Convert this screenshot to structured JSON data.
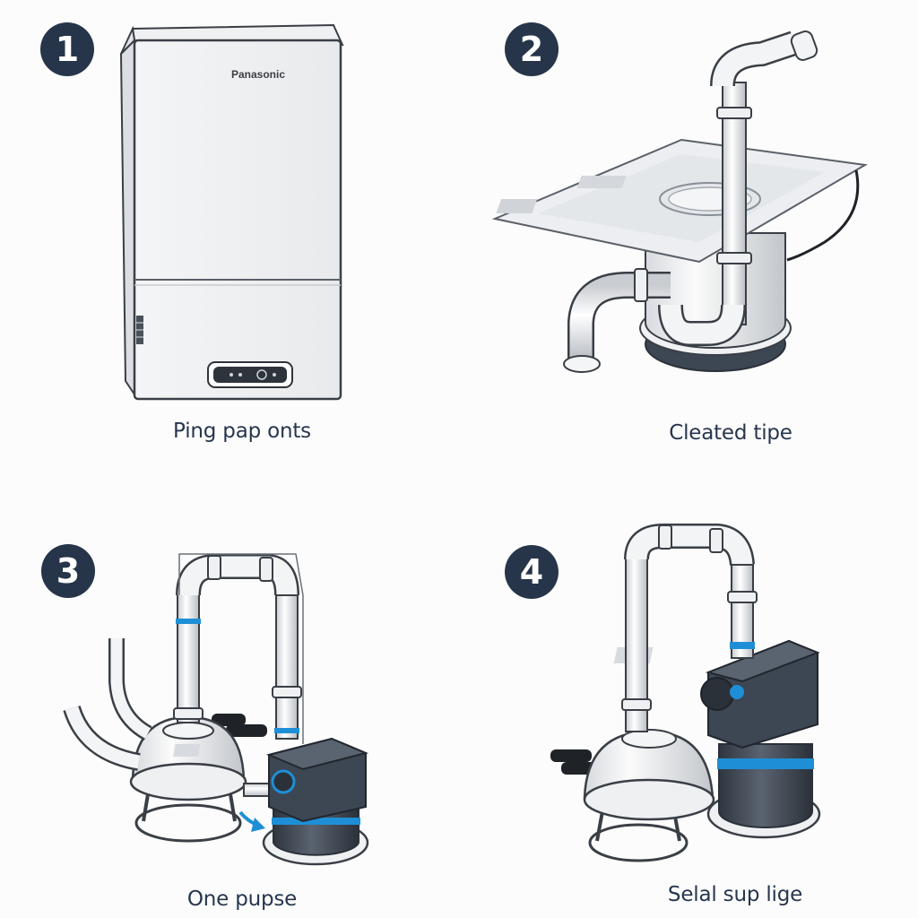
{
  "steps": [
    {
      "number": "1",
      "caption": "Ping pap onts",
      "brand": "Panasonic"
    },
    {
      "number": "2",
      "caption": "Cleated tipe"
    },
    {
      "number": "3",
      "caption": "One pupse"
    },
    {
      "number": "4",
      "caption": "Selal sup lige"
    }
  ],
  "colors": {
    "badge": "#26354a",
    "text": "#27364e",
    "accent_blue": "#1e8fd6",
    "pump_dark": "#3d4653"
  }
}
